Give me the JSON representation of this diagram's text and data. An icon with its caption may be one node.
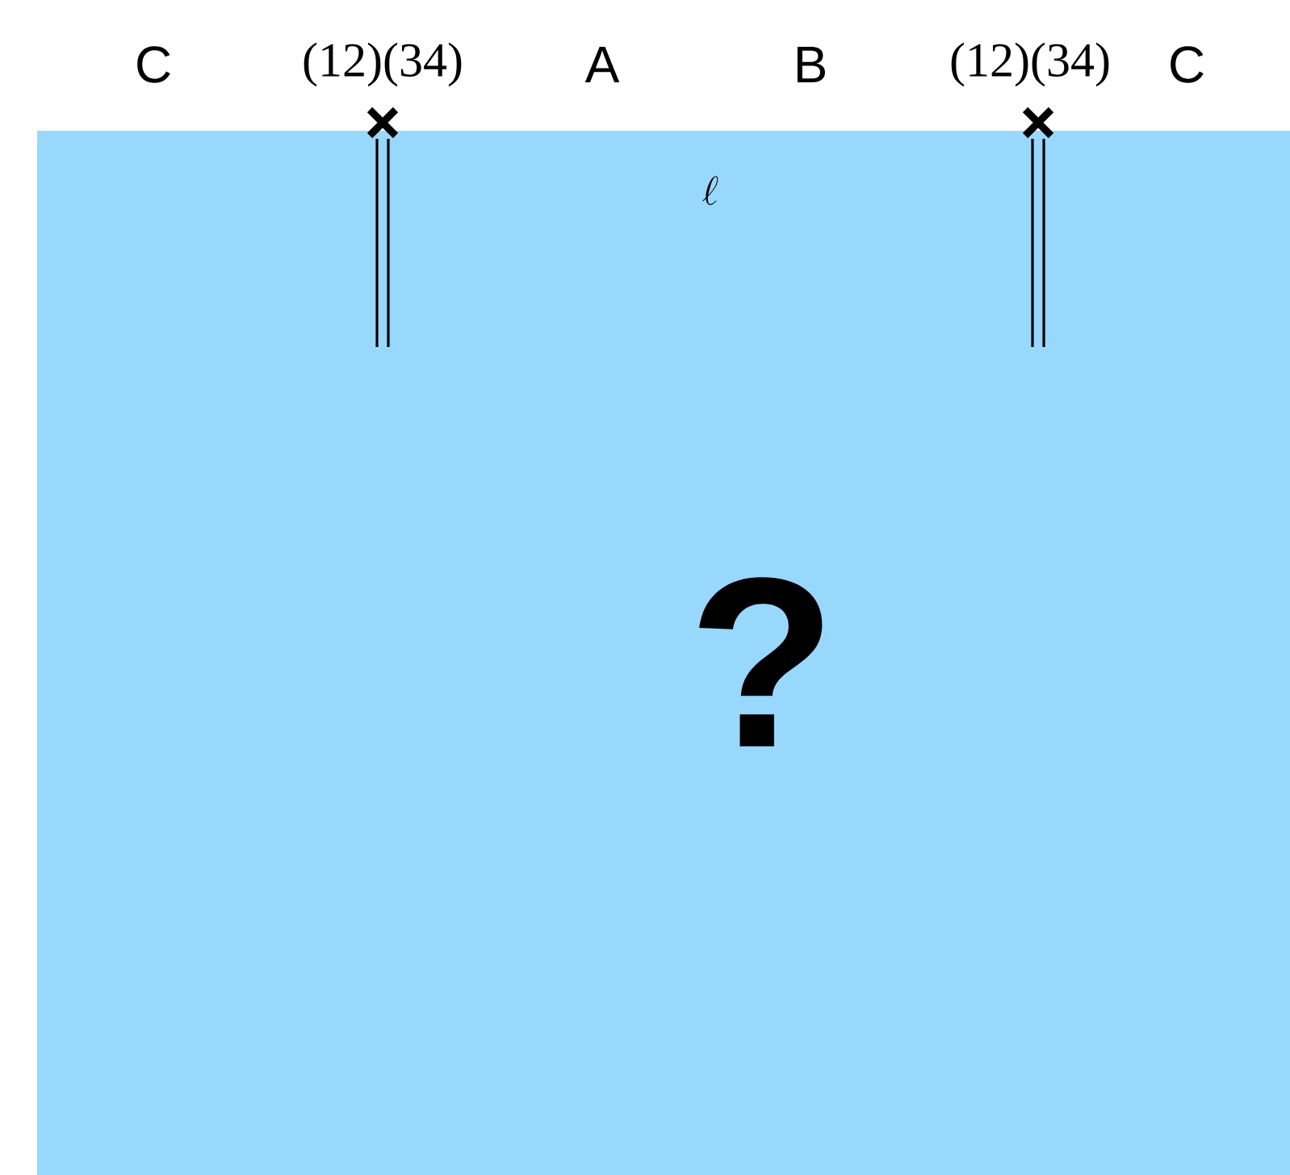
{
  "diagram": {
    "nodes": [
      {
        "text": [
          "\\ell",
          "?"
        ]
      }
    ],
    "labels": [
      "C",
      "(12)(34)",
      "A",
      "B",
      "(12)(34)",
      "C"
    ]
  }
}
